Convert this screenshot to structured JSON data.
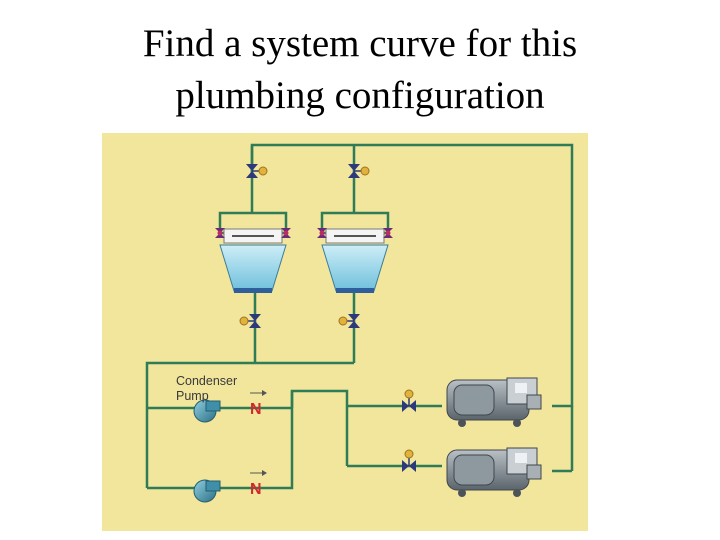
{
  "title": {
    "line1": "Find a system curve for this",
    "line2": "plumbing configuration"
  },
  "diagram": {
    "label_line1": "Condenser",
    "label_line2": "Pump",
    "check_valve_symbol": "N",
    "colors": {
      "background": "#f2e59c",
      "pipe": "#2f7d57",
      "valve": "#2c3a7c",
      "valve_handle": "#e3b23c",
      "tower_basin": "#8fd3e8",
      "pump": "#3f8fa8",
      "check_valve": "#d4262b",
      "chiller": "#7f8a92"
    }
  }
}
